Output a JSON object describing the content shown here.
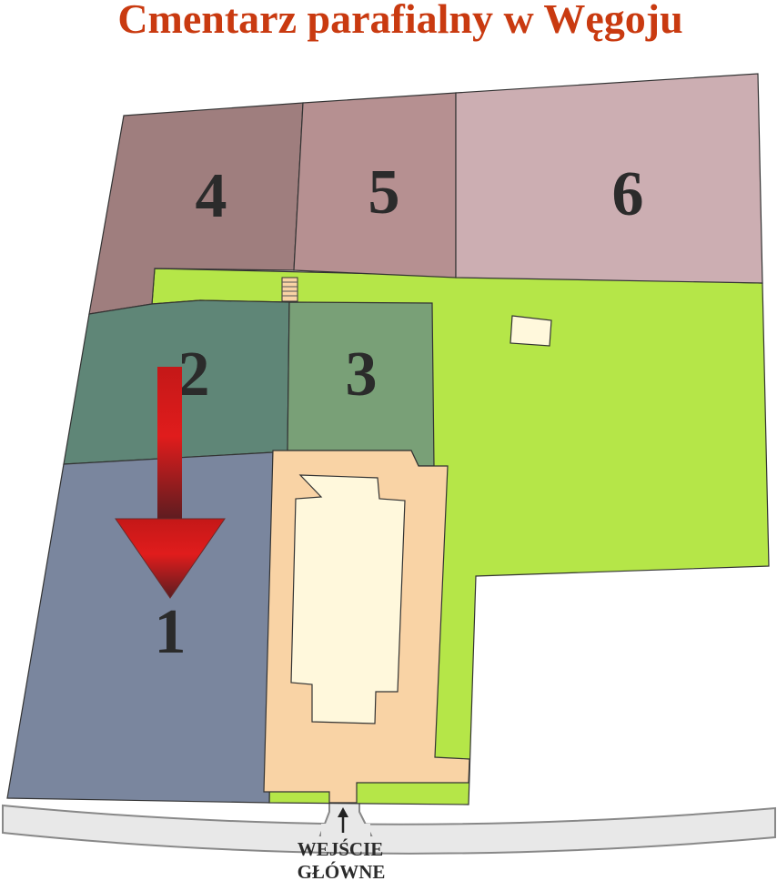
{
  "title": "Cmentarz parafialny w Węgoju",
  "sections": [
    {
      "id": "1",
      "label": "1",
      "color": "#7a869e"
    },
    {
      "id": "2",
      "label": "2",
      "color": "#5f8677"
    },
    {
      "id": "3",
      "label": "3",
      "color": "#79a077"
    },
    {
      "id": "4",
      "label": "4",
      "color": "#9f7e7e"
    },
    {
      "id": "5",
      "label": "5",
      "color": "#b69091"
    },
    {
      "id": "6",
      "label": "6",
      "color": "#ccaeb2"
    }
  ],
  "colors": {
    "green": "#b5e648",
    "church_yard": "#f9d3a5",
    "church": "#fff8dc",
    "road": "#e8e8e8",
    "arrow": "#d41a1a"
  },
  "entrance": {
    "line1": "WEJŚCIE",
    "line2": "GŁÓWNE"
  },
  "icons": {
    "direction": "arrow-down-icon",
    "entrance": "arrow-up-icon"
  }
}
